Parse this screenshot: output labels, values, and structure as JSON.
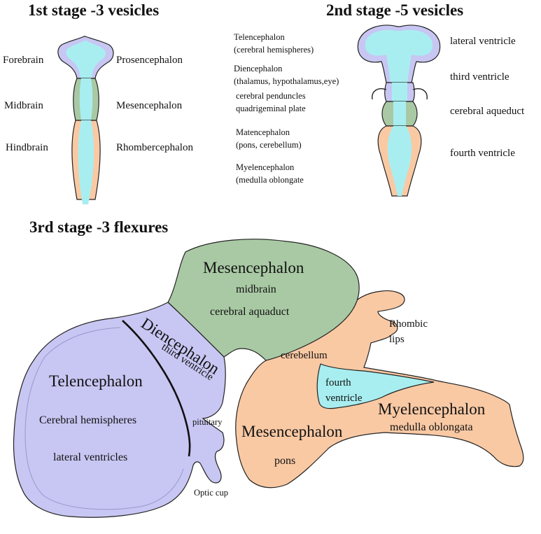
{
  "stage1": {
    "title": "1st stage -3 vesicles",
    "left_labels": [
      "Forebrain",
      "Midbrain",
      "Hindbrain"
    ],
    "right_labels": [
      "Prosencephalon",
      "Mesencephalon",
      "Rhombercephalon"
    ]
  },
  "stage2": {
    "title": "2nd stage -5 vesicles",
    "descriptions": [
      {
        "line1": "Telencephalon",
        "line2": "(cerebral hemispheres)"
      },
      {
        "line1": "Diencephalon",
        "line2": "(thalamus, hypothalamus,eye)"
      },
      {
        "line1": "cerebral penduncles",
        "line2": "quadrigeminal plate"
      },
      {
        "line1": "Matencephalon",
        "line2": "(pons, cerebellum)"
      },
      {
        "line1": "Myelencephalon",
        "line2": "(medulla oblongate"
      }
    ],
    "right_labels": [
      "lateral ventricle",
      "third ventricle",
      "cerebral aqueduct",
      "fourth ventricle"
    ]
  },
  "stage3": {
    "title": "3rd stage -3 flexures",
    "mesencephalon": {
      "title": "Mesencephalon",
      "sub1": "midbrain",
      "sub2": "cerebral aquaduct"
    },
    "diencephalon": {
      "title": "Diencephalon",
      "sub": "third ventricle"
    },
    "telencephalon": {
      "title": "Telencephalon",
      "sub1": "Cerebral hemispheres",
      "sub2": "lateral ventricles"
    },
    "pituitary": "pituitary",
    "optic_cup": "Optic cup",
    "rhombic_lips": {
      "line1": "Rhombic",
      "line2": "lips"
    },
    "cerebellum": "cerebellum",
    "fourth_ventricle": {
      "line1": "fourth",
      "line2": "ventricle"
    },
    "myelencephalon": {
      "title": "Myelencephalon",
      "sub": "medulla oblongata"
    },
    "metencephalon": {
      "title": "Mesencephalon",
      "sub": "pons"
    }
  },
  "colors": {
    "forebrain": "#c8c6f2",
    "midbrain": "#a9c9a4",
    "hindbrain": "#f9c9a4",
    "ventricle": "#a8eef0"
  }
}
